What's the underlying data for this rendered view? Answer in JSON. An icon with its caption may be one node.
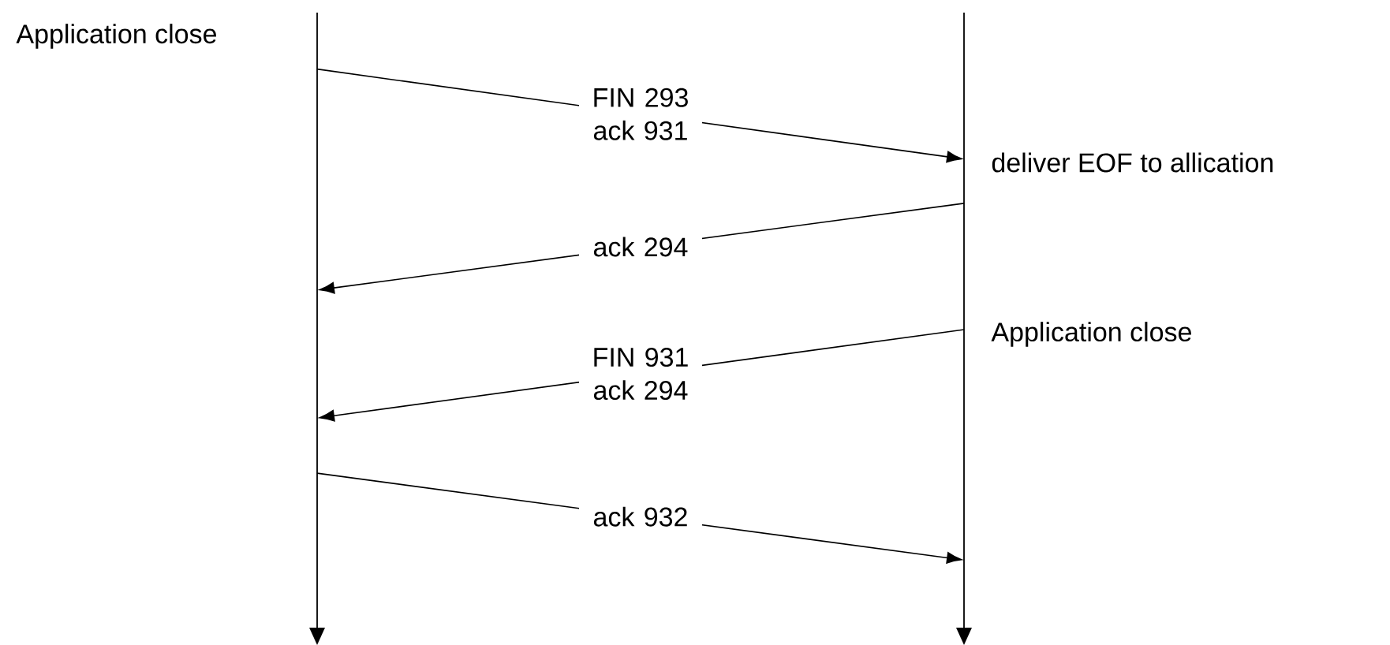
{
  "diagram": {
    "nodes": [
      {
        "text": [],
        "shape": "line"
      },
      {
        "text": [],
        "shape": "line"
      }
    ],
    "edges": [
      {
        "from": 0,
        "to": 1,
        "arrow": "to",
        "label": "FIN 293 ack 931"
      },
      {
        "from": 1,
        "to": 0,
        "arrow": "to",
        "label": "ack 294"
      },
      {
        "from": 1,
        "to": 0,
        "arrow": "to",
        "label": "FIN 931 ack 294"
      },
      {
        "from": 0,
        "to": 1,
        "arrow": "to",
        "label": "ack 932"
      }
    ],
    "labels": [
      "Application close",
      "deliver EOF to allication",
      "Application close"
    ]
  }
}
